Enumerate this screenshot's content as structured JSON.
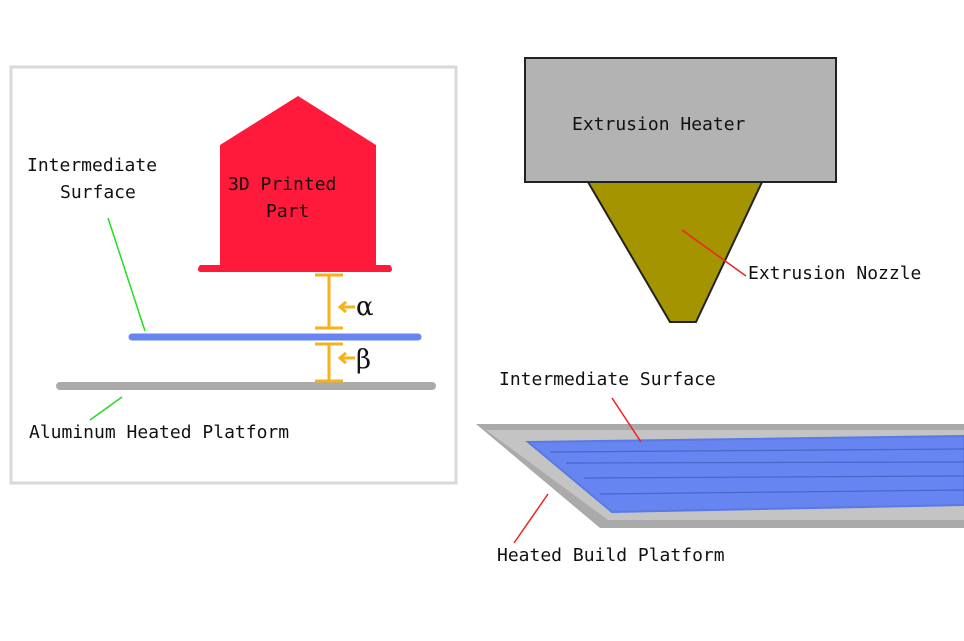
{
  "left_diagram": {
    "part_label_line1": "3D Printed",
    "part_label_line2": "Part",
    "intermediate_label_line1": "Intermediate",
    "intermediate_label_line2": "Surface",
    "platform_label": "Aluminum Heated Platform",
    "gap_alpha": "α",
    "gap_beta": "β"
  },
  "right_diagram": {
    "heater_label": "Extrusion Heater",
    "nozzle_label": "Extrusion Nozzle",
    "intermediate_label": "Intermediate Surface",
    "platform_label": "Heated Build Platform"
  },
  "colors": {
    "part": "#ff1a3c",
    "intermediate_surface": "#6685f0",
    "platform": "#aaaaaa",
    "gap_marker": "#f5b21a",
    "heater": "#b3b3b3",
    "nozzle": "#a39400",
    "leader_green": "#22dd22",
    "leader_red": "#ee2222"
  }
}
